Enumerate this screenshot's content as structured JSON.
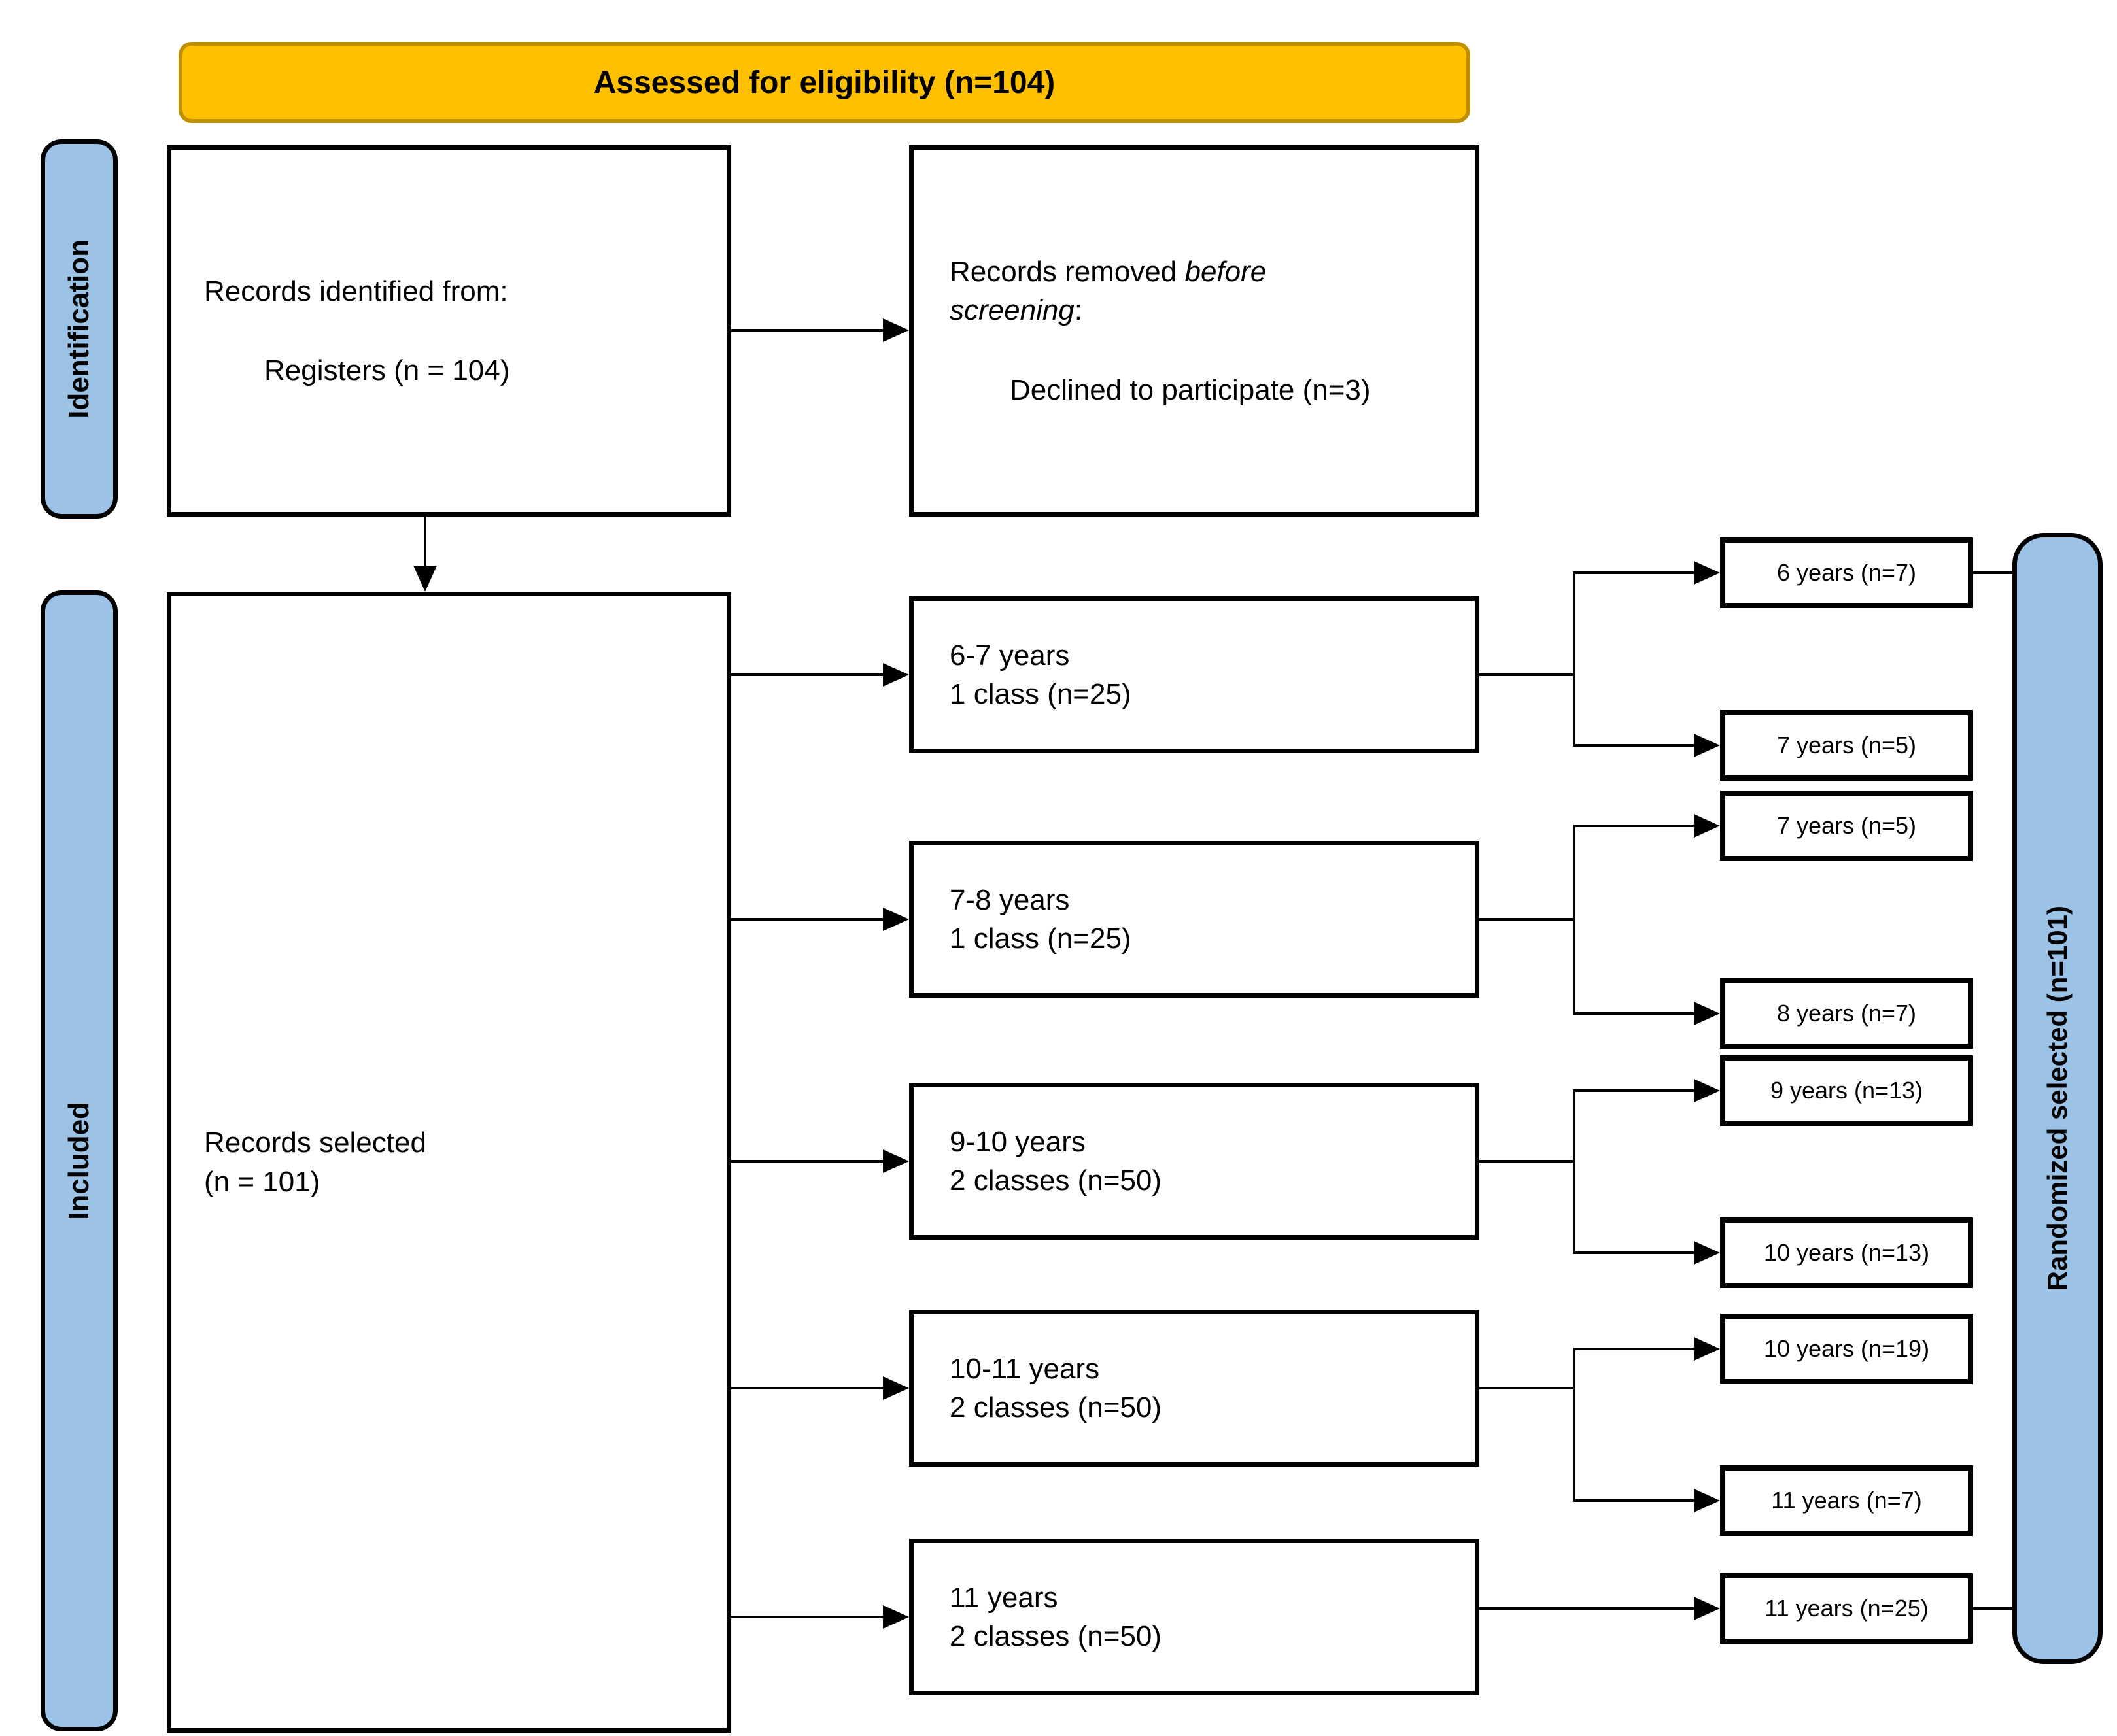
{
  "title": "Assessed for eligibility (n=104)",
  "stages": {
    "identification": "Identification",
    "included": "Included"
  },
  "randomized_label": "Randomized selected  (n=101)",
  "identified_box": {
    "line1": "Records identified from:",
    "line2": "Registers (n = 104)"
  },
  "removed_box": {
    "pre": "Records removed ",
    "italic": "before screening",
    "post": ":",
    "line2": "Declined to participate (n=3)"
  },
  "selected_box": {
    "line1": "Records selected",
    "line2": "(n = 101)"
  },
  "age_groups": [
    {
      "range": "6-7 years",
      "classes": "1 class (n=25)"
    },
    {
      "range": "7-8 years",
      "classes": "1 class (n=25)"
    },
    {
      "range": "9-10 years",
      "classes": "2 classes (n=50)"
    },
    {
      "range": "10-11 years",
      "classes": "2 classes (n=50)"
    },
    {
      "range": "11 years",
      "classes": "2 classes (n=50)"
    }
  ],
  "outcomes": [
    "6 years (n=7)",
    "7 years (n=5)",
    "7 years (n=5)",
    "8 years (n=7)",
    "9 years (n=13)",
    "10 years (n=13)",
    "10 years (n=19)",
    "11 years (n=7)",
    "11 years (n=25)"
  ],
  "colors": {
    "banner_fill": "#FFC000",
    "banner_border": "#BF9000",
    "stage_fill": "#9CC3E5",
    "line": "#000000"
  }
}
